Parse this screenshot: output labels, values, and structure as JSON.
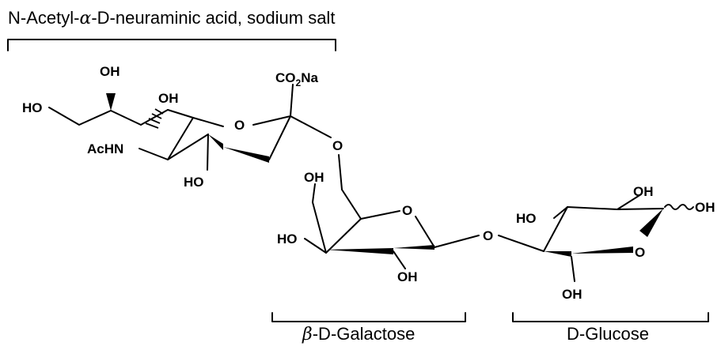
{
  "title": {
    "prefix": "N-Acetyl-",
    "alpha": "α",
    "dash1": "-",
    "d": "D",
    "rest": "-neuraminic acid, sodium salt"
  },
  "galactose_caption": {
    "beta": "β",
    "dash": "-",
    "d": "D",
    "rest": "-Galactose"
  },
  "glucose_caption": {
    "d": "D",
    "rest": "-Glucose"
  },
  "atoms": {
    "oh_top": "OH",
    "ho_left": "HO",
    "oh_mid": "OH",
    "co2na_co": "CO",
    "co2na_sub": "2",
    "co2na_na": "Na",
    "ring_o_neu": "O",
    "acnh": "AcHN",
    "ho_neu_bottom": "HO",
    "link_o_1": "O",
    "oh_gal_top": "OH",
    "ring_o_gal": "O",
    "ho_gal_left": "HO",
    "oh_gal_bottom": "OH",
    "link_o_2": "O",
    "oh_glc_top": "OH",
    "oh_glc_right": "OH",
    "ho_glc_left": "HO",
    "ring_o_glc": "O",
    "oh_glc_bottom": "OH"
  }
}
